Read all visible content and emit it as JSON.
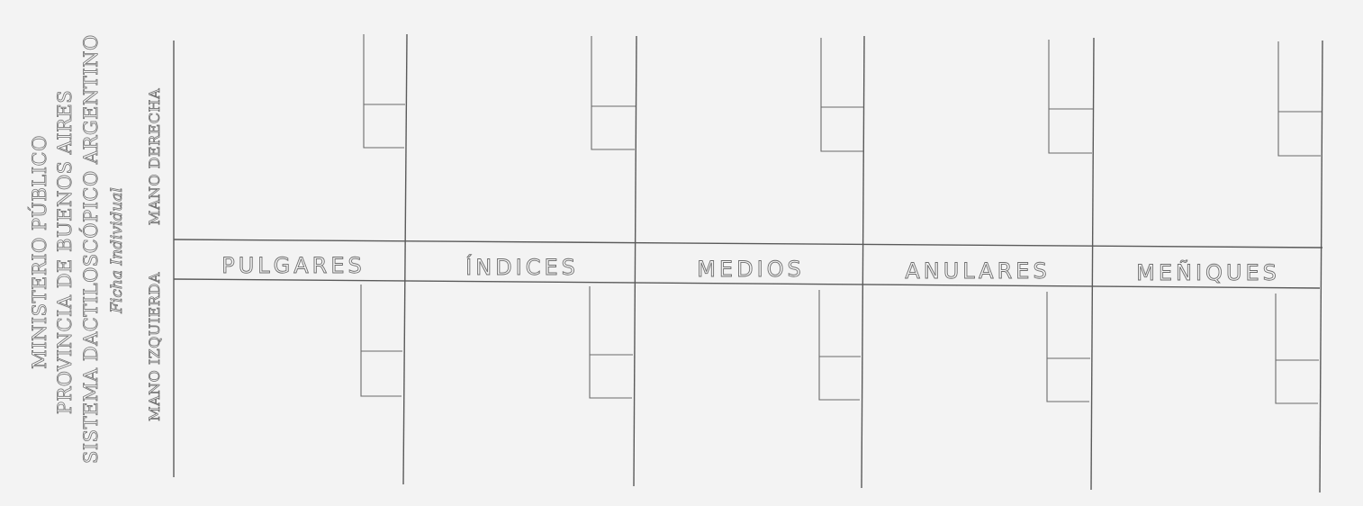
{
  "header": {
    "line1": "MINISTERIO PÚBLICO",
    "line2": "PROVINCIA DE BUENOS AIRES",
    "line3": "SISTEMA DACTILOSCÓPICO ARGENTINO",
    "line4": "Ficha Individual"
  },
  "hands": {
    "right": "MANO DERECHA",
    "left": "MANO IZQUIERDA"
  },
  "fingers": [
    {
      "label": "PULGARES"
    },
    {
      "label": "ÍNDICES"
    },
    {
      "label": "MEDIOS"
    },
    {
      "label": "ANULARES"
    },
    {
      "label": "MEÑIQUES"
    }
  ],
  "colors": {
    "paper": "#f3f3f3",
    "ink": "#5a5a5a"
  }
}
